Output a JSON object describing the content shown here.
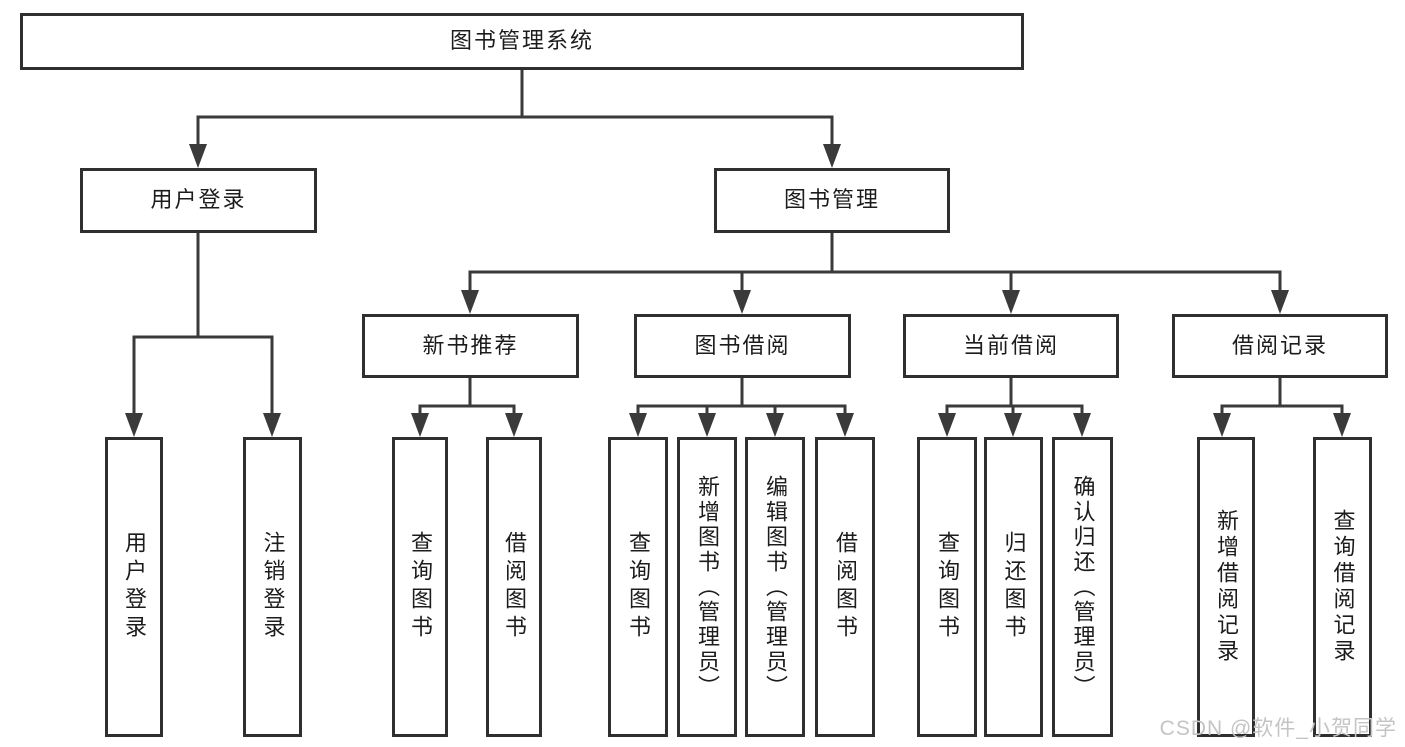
{
  "tree": {
    "root": {
      "label": "图书管理系统"
    },
    "branches": [
      {
        "label": "用户登录",
        "children": [
          {
            "label": "用户登录"
          },
          {
            "label": "注销登录"
          }
        ]
      },
      {
        "label": "图书管理",
        "children": [
          {
            "label": "新书推荐",
            "children": [
              {
                "label": "查询图书"
              },
              {
                "label": "借阅图书"
              }
            ]
          },
          {
            "label": "图书借阅",
            "children": [
              {
                "label": "查询图书"
              },
              {
                "label": "新增图书（管理员）"
              },
              {
                "label": "编辑图书（管理员）"
              },
              {
                "label": "借阅图书"
              }
            ]
          },
          {
            "label": "当前借阅",
            "children": [
              {
                "label": "查询图书"
              },
              {
                "label": "归还图书"
              },
              {
                "label": "确认归还（管理员）"
              }
            ]
          },
          {
            "label": "借阅记录",
            "children": [
              {
                "label": "新增借阅记录"
              },
              {
                "label": "查询借阅记录"
              }
            ]
          }
        ]
      }
    ]
  },
  "watermark": {
    "text": "CSDN @软件_小贺同学"
  },
  "colors": {
    "line": "#3a3a3a",
    "box_border": "#2f2f2f",
    "text": "#1c1c1c",
    "watermark": "#c4c4c6",
    "background": "#ffffff"
  }
}
